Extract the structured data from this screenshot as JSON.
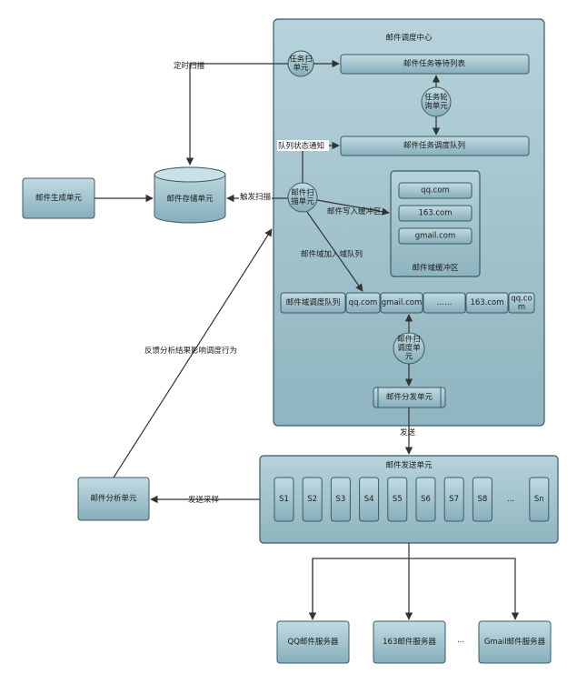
{
  "center": {
    "title": "邮件调度中心",
    "task_scan": "任务扫\n单元",
    "task_wait_list": "邮件任务等待列表",
    "task_poll": "任务轮\n询单元",
    "task_sched_queue": "邮件任务调度队列",
    "mail_scan": "邮件扫\n描单元",
    "domain_buffer_title": "邮件域缓冲区",
    "buffer_items": [
      "qq.com",
      "163.com",
      "gmail.com"
    ],
    "domain_queue_label": "邮件域调度队列",
    "domain_queue_items": [
      "qq.com",
      "gmail.com",
      "……",
      "163.com",
      "qq.co\nm"
    ],
    "dispatch_sched": "邮件扫\n调度单\n元",
    "dispatch_unit": "邮件分发单元"
  },
  "left": {
    "generator": "邮件生成单元",
    "storage": "邮件存储单元",
    "analyzer": "邮件分析单元"
  },
  "labels": {
    "timed_scan": "定时扫描",
    "queue_notify": "队列状态通知",
    "trigger_scan": "触发扫描",
    "write_buffer": "邮件写入缓冲区",
    "add_domain_queue": "邮件域加入域队列",
    "feedback": "反馈分析结果影响调度行为",
    "send": "发送",
    "send_sample": "发送采样"
  },
  "sender": {
    "title": "邮件发送单元",
    "slots": [
      "S1",
      "S2",
      "S3",
      "S4",
      "S5",
      "S6",
      "S7",
      "S8",
      "...",
      "Sn"
    ]
  },
  "servers": {
    "items": [
      "QQ邮件服务器",
      "163邮件服务器",
      "Gmail邮件服务器"
    ],
    "ellipsis": "..."
  },
  "colors": {
    "panel_top": "#b7d2da",
    "panel_bottom": "#8fb5c0",
    "box_top": "#c2dbe2",
    "box_bottom": "#86aebb",
    "stroke": "#3a5a66"
  }
}
